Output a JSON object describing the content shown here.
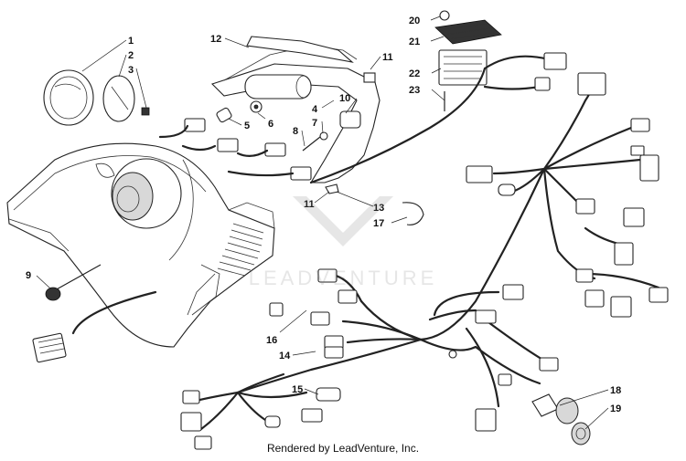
{
  "callouts": [
    {
      "n": "1"
    },
    {
      "n": "2"
    },
    {
      "n": "3"
    },
    {
      "n": "4"
    },
    {
      "n": "5"
    },
    {
      "n": "6"
    },
    {
      "n": "7"
    },
    {
      "n": "8"
    },
    {
      "n": "9"
    },
    {
      "n": "10"
    },
    {
      "n": "11"
    },
    {
      "n": "11"
    },
    {
      "n": "12"
    },
    {
      "n": "13"
    },
    {
      "n": "14"
    },
    {
      "n": "15"
    },
    {
      "n": "16"
    },
    {
      "n": "17"
    },
    {
      "n": "18"
    },
    {
      "n": "19"
    },
    {
      "n": "20"
    },
    {
      "n": "21"
    },
    {
      "n": "22"
    },
    {
      "n": "23"
    }
  ],
  "watermark": {
    "text": "LEADVENTURE"
  },
  "footer": {
    "credit": "Rendered by LeadVenture, Inc."
  }
}
